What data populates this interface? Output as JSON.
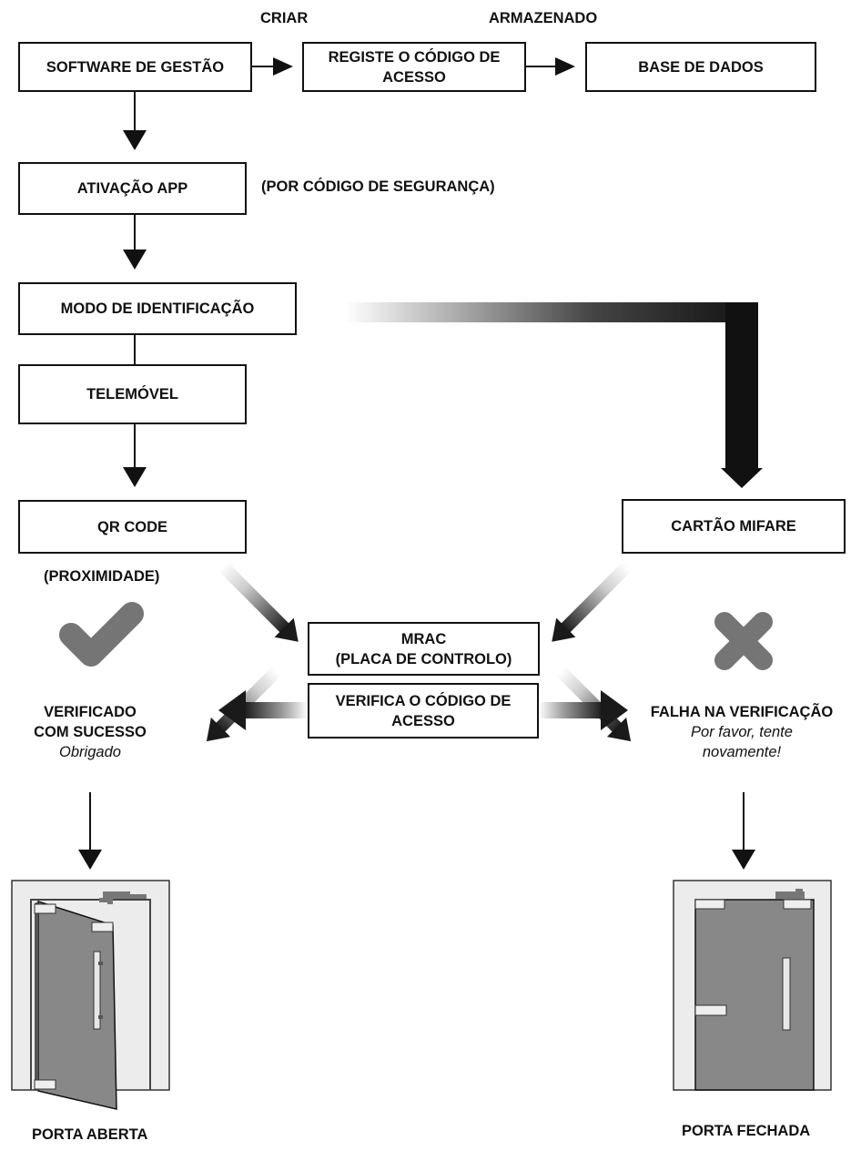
{
  "labels": {
    "criar": "CRIAR",
    "armazenado": "ARMAZENADO",
    "security_note": "(POR CÓDIGO DE SEGURANÇA)",
    "proximity": "(PROXIMIDADE)"
  },
  "boxes": {
    "software": "SOFTWARE DE GESTÃO",
    "register_line1": "REGISTE O CÓDIGO DE",
    "register_line2": "ACESSO",
    "database": "BASE DE DADOS",
    "app_activation": "ATIVAÇÃO APP",
    "identification_mode": "MODO DE IDENTIFICAÇÃO",
    "mobile": "TELEMÓVEL",
    "qr_code": "QR CODE",
    "mifare_card": "CARTÃO MIFARE",
    "mrac_line1": "MRAC",
    "mrac_line2": "(PLACA DE CONTROLO)",
    "verify_line1": "VERIFICA O CÓDIGO DE",
    "verify_line2": "ACESSO"
  },
  "success": {
    "line1": "VERIFICADO",
    "line2": "COM SUCESSO",
    "message": "Obrigado"
  },
  "failure": {
    "title": "FALHA NA VERIFICAÇÃO",
    "message_line1": "Por favor, tente",
    "message_line2": "novamente!"
  },
  "doors": {
    "open": "PORTA ABERTA",
    "closed": "PORTA FECHADA"
  },
  "colors": {
    "ink": "#111111",
    "icon_gray": "#757575",
    "door_gray": "#888888",
    "frame_gray": "#ececec"
  },
  "icons": {
    "success": "check-icon",
    "failure": "cross-icon"
  }
}
